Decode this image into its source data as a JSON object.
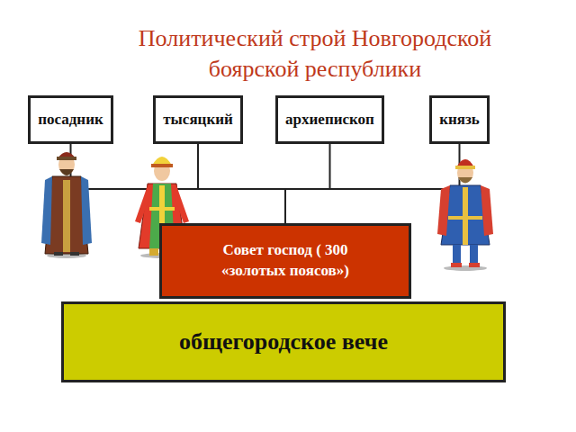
{
  "diagram": {
    "title": "Политический строй Новгородской боярской республики",
    "nodes": [
      {
        "text": [
          "посадник"
        ]
      },
      {
        "text": [
          "тысяцкий"
        ]
      },
      {
        "text": [
          "архиепископ"
        ]
      },
      {
        "text": [
          "князь"
        ]
      },
      {
        "text": [
          "Совет господ ( 300 «золотых поясов»)"
        ]
      },
      {
        "text": [
          "общегородское вече"
        ]
      }
    ],
    "edges": [
      {
        "from": 0,
        "to": 4,
        "arrow": "none"
      },
      {
        "from": 1,
        "to": 4,
        "arrow": "none"
      },
      {
        "from": 2,
        "to": 4,
        "arrow": "none"
      },
      {
        "from": 3,
        "to": 4,
        "arrow": "none"
      }
    ]
  }
}
